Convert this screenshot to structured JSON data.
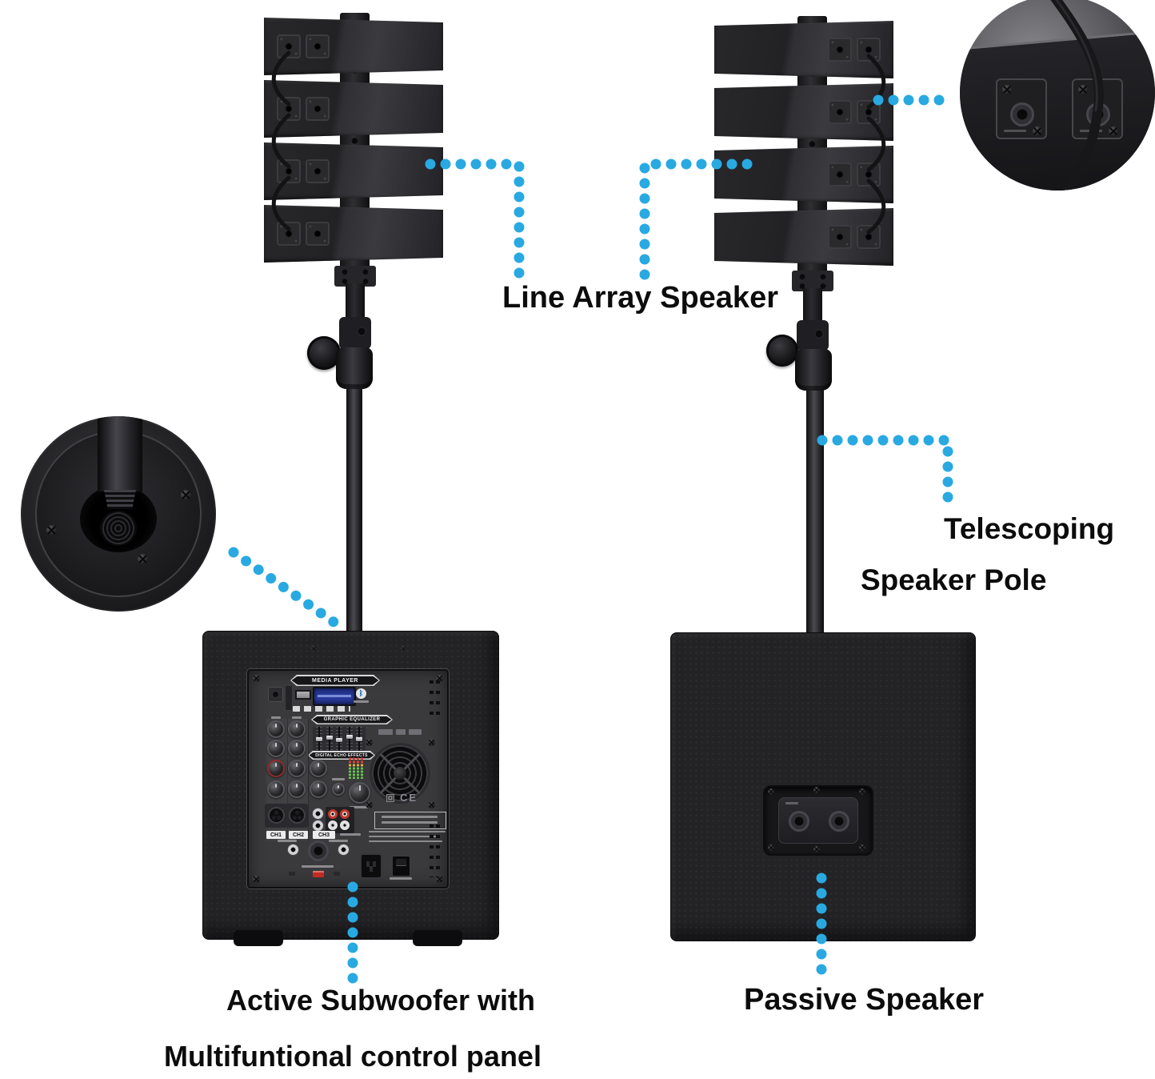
{
  "labels": {
    "line_array": "Line Array Speaker",
    "telescoping_line1": "Telescoping",
    "telescoping_line2": "Speaker Pole",
    "subwoofer_line1": "Active Subwoofer with",
    "subwoofer_line2": "Multifuntional control panel",
    "passive": "Passive Speaker"
  },
  "panel": {
    "media_player": "MEDIA PLAYER",
    "graphic_equalizer": "GRAPHIC EQUALIZER",
    "digital_echo_effects": "DIGITAL ECHO EFFECTS",
    "channel_labels": [
      "CH1",
      "CH2",
      "CH3"
    ],
    "ce_mark": "CE"
  },
  "icons": {
    "bluetooth": "ᛒ"
  },
  "structure": {
    "left_tower_modules": 4,
    "right_tower_modules": 4,
    "eq_slider_count": 5,
    "connector_plates_per_module": 2,
    "passive_plate_connectors": 2
  },
  "colors": {
    "background": "#ffffff",
    "callout_blue": "#29a9e1",
    "label_text": "#0c0c0c",
    "cabinet_black": "#232326",
    "lcd_blue": "#2c3da2",
    "led_red": "#e04233",
    "led_yellow": "#e8b83a",
    "led_green": "#67c94f",
    "rca_red": "#c23a2c",
    "fuse_red": "#c42b22"
  }
}
